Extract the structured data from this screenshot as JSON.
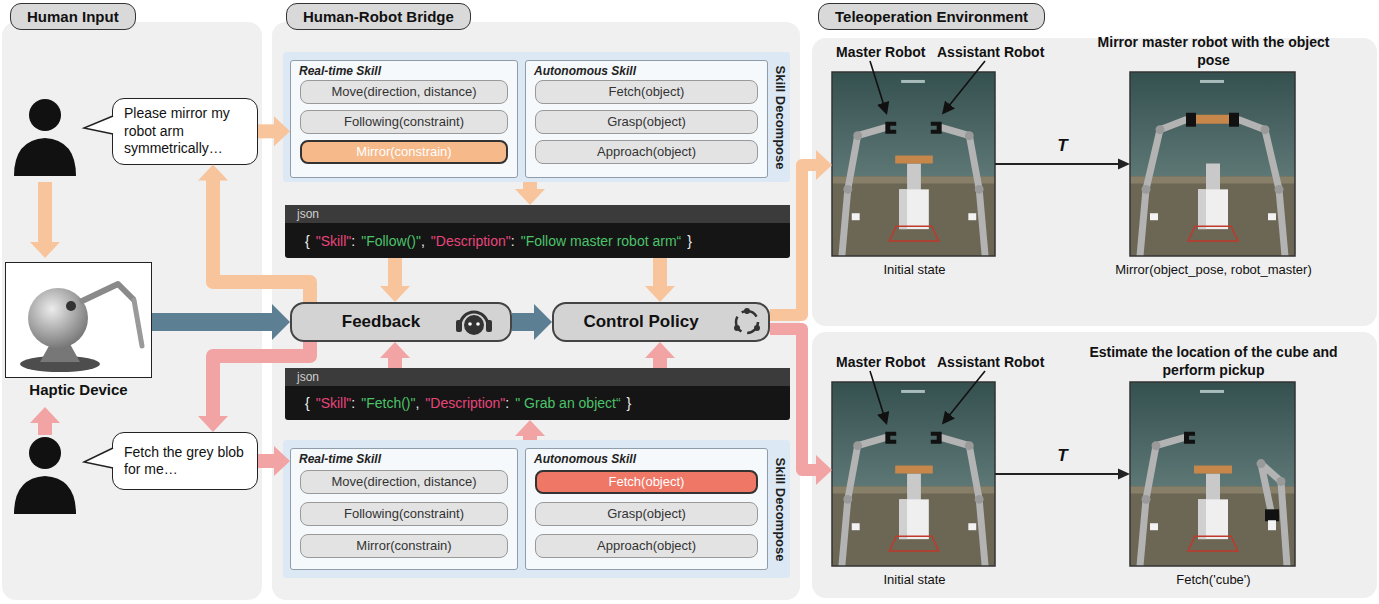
{
  "diagram": {
    "nodes": [
      {
        "text": [
          "Human Input"
        ]
      },
      {
        "text": [
          "Human-Robot Bridge"
        ]
      },
      {
        "text": [
          "Teleoperation Environment"
        ]
      },
      {
        "text": [
          "Please mirror my robot arm symmetrically…"
        ],
        "in": 0
      },
      {
        "text": [
          "Haptic Device"
        ],
        "in": 0
      },
      {
        "text": [
          "Fetch the grey blob for me…"
        ],
        "in": 0
      },
      {
        "text": [
          "Skill Decompose"
        ],
        "in": 1
      },
      {
        "text": [
          "Real-time Skill"
        ],
        "in": 6
      },
      {
        "text": [
          "Move(direction, distance)"
        ],
        "in": 7
      },
      {
        "text": [
          "Following(constraint)"
        ],
        "in": 7
      },
      {
        "text": [
          "Mirror(constrain)"
        ],
        "in": 7
      },
      {
        "text": [
          "Autonomous Skill"
        ],
        "in": 6
      },
      {
        "text": [
          "Fetch(object)"
        ],
        "in": 11
      },
      {
        "text": [
          "Grasp(object)"
        ],
        "in": 11
      },
      {
        "text": [
          "Approach(object)"
        ],
        "in": 11
      },
      {
        "text": [
          "json",
          "{",
          "\"Skill\"",
          ":",
          "\"Follow()\"",
          ",",
          "\"Description\"",
          ":",
          "\"Follow master robot arm“",
          "}"
        ],
        "in": 1
      },
      {
        "text": [
          "Feedback"
        ],
        "in": 1
      },
      {
        "text": [
          "Control Policy"
        ],
        "in": 1
      },
      {
        "text": [
          "json",
          "{",
          "\"Skill\"",
          ":",
          "\"Fetch()\"",
          ",",
          "\"Description\"",
          ":",
          "\" Grab an object“",
          "}"
        ],
        "in": 1
      },
      {
        "text": [
          "Skill Decompose"
        ],
        "in": 1
      },
      {
        "text": [
          "Real-time Skill"
        ],
        "in": 19
      },
      {
        "text": [
          "Move(direction, distance)"
        ],
        "in": 20
      },
      {
        "text": [
          "Following(constraint)"
        ],
        "in": 20
      },
      {
        "text": [
          "Mirror(constrain)"
        ],
        "in": 20
      },
      {
        "text": [
          "Autonomous Skill"
        ],
        "in": 19
      },
      {
        "text": [
          "Fetch(object)"
        ],
        "in": 24
      },
      {
        "text": [
          "Grasp(object)"
        ],
        "in": 24
      },
      {
        "text": [
          "Approach(object)"
        ],
        "in": 24
      },
      {
        "text": [
          "Master Robot",
          "Assistant Robot",
          "Initial state"
        ],
        "in": 2
      },
      {
        "text": [
          "Mirror master robot with the object pose",
          "Mirror(object_pose, robot_master)"
        ],
        "in": 2
      },
      {
        "text": [
          "Master Robot",
          "Assistant Robot",
          "Initial state"
        ],
        "in": 2
      },
      {
        "text": [
          "Estimate the location of the cube and perform pickup",
          "Fetch('cube')"
        ],
        "in": 2
      }
    ],
    "edges": [
      {
        "from": 3,
        "to": 7,
        "arrow": "to"
      },
      {
        "from": 6,
        "to": 15,
        "arrow": "to"
      },
      {
        "from": 15,
        "to": 16,
        "arrow": "to"
      },
      {
        "from": 15,
        "to": 17,
        "arrow": "to"
      },
      {
        "from": 4,
        "to": 16,
        "arrow": "to"
      },
      {
        "from": 16,
        "to": 17,
        "arrow": "to"
      },
      {
        "from": 16,
        "to": 3,
        "arrow": "to"
      },
      {
        "from": 16,
        "to": 5,
        "arrow": "to"
      },
      {
        "from": 5,
        "to": 20,
        "arrow": "to"
      },
      {
        "from": 19,
        "to": 18,
        "arrow": "to"
      },
      {
        "from": 18,
        "to": 16,
        "arrow": "to"
      },
      {
        "from": 18,
        "to": 17,
        "arrow": "to"
      },
      {
        "from": 17,
        "to": 28,
        "arrow": "to"
      },
      {
        "from": 17,
        "to": 30,
        "arrow": "to"
      },
      {
        "from": 28,
        "to": 29,
        "label": "T",
        "arrow": "to"
      },
      {
        "from": 30,
        "to": 31,
        "label": "T",
        "arrow": "to"
      }
    ]
  }
}
